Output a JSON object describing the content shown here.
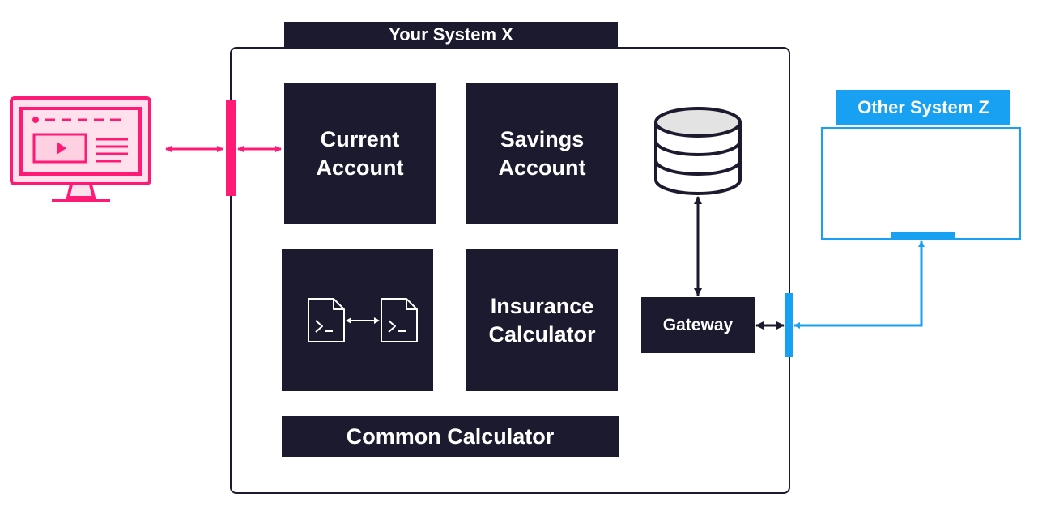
{
  "diagram": {
    "system_x": {
      "title": "Your System X"
    },
    "components": {
      "current_account": "Current\nAccount",
      "savings_account": "Savings\nAccount",
      "insurance_calculator": "Insurance\nCalculator",
      "common_calculator": "Common Calculator",
      "gateway": "Gateway"
    },
    "other_system": {
      "title": "Other System Z"
    },
    "icons": [
      "monitor-icon",
      "database-icon",
      "script-file-icon",
      "script-file-icon"
    ],
    "colors": {
      "dark": "#1b1a2e",
      "pink": "#ff1a75",
      "blue": "#18a0f2"
    }
  }
}
